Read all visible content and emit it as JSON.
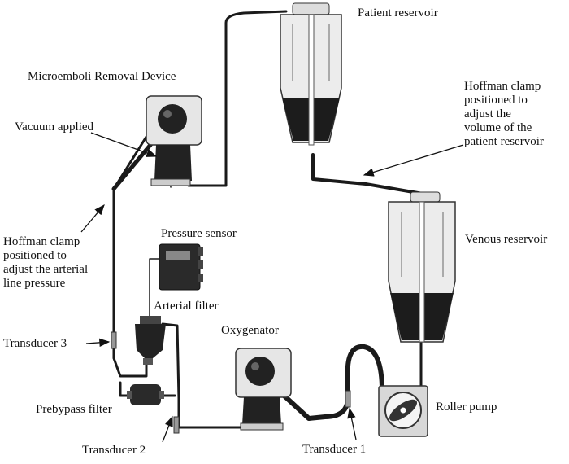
{
  "labels": {
    "patient_reservoir": "Patient reservoir",
    "microemboli_removal_device": "Microemboli Removal Device",
    "vacuum_applied": "Vacuum applied",
    "hoffman_clamp_patient": "Hoffman clamp\npositioned to\nadjust the\nvolume of the\npatient reservoir",
    "hoffman_clamp_arterial": "Hoffman clamp\npositioned to\nadjust the arterial\nline pressure",
    "pressure_sensor": "Pressure sensor",
    "venous_reservoir": "Venous reservoir",
    "arterial_filter": "Arterial filter",
    "oxygenator": "Oxygenator",
    "transducer_3": "Transducer 3",
    "prebypass_filter": "Prebypass filter",
    "roller_pump": "Roller pump",
    "transducer_2": "Transducer 2",
    "transducer_1": "Transducer 1"
  },
  "colors": {
    "tubing": "#1a1a1a",
    "device_dark": "#222222",
    "device_light": "#e6e6e6",
    "reservoir_fluid": "#1c1c1c",
    "text": "#111111"
  }
}
